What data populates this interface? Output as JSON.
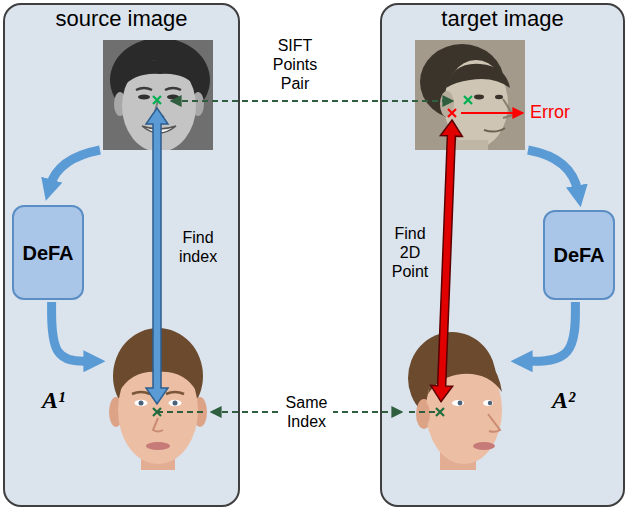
{
  "diagram": {
    "nodes": [
      {
        "text": [
          "source image"
        ]
      },
      {
        "text": [
          "DeFA"
        ],
        "in": 0
      },
      {
        "text": [
          "A¹"
        ],
        "in": 0
      },
      {
        "text": [
          "target image"
        ]
      },
      {
        "text": [
          "DeFA"
        ],
        "in": 3
      },
      {
        "text": [
          "A²"
        ],
        "in": 3
      }
    ],
    "edges": [
      {
        "from": 1,
        "to": 2,
        "arrow": "to"
      },
      {
        "from": 4,
        "to": 5,
        "arrow": "to"
      },
      {
        "from": 2,
        "to": 5,
        "label": "Same Index",
        "arrow": "both"
      }
    ],
    "labels": [
      "SIFT Points Pair",
      "Error",
      "Find index",
      "Find 2D Point"
    ]
  }
}
